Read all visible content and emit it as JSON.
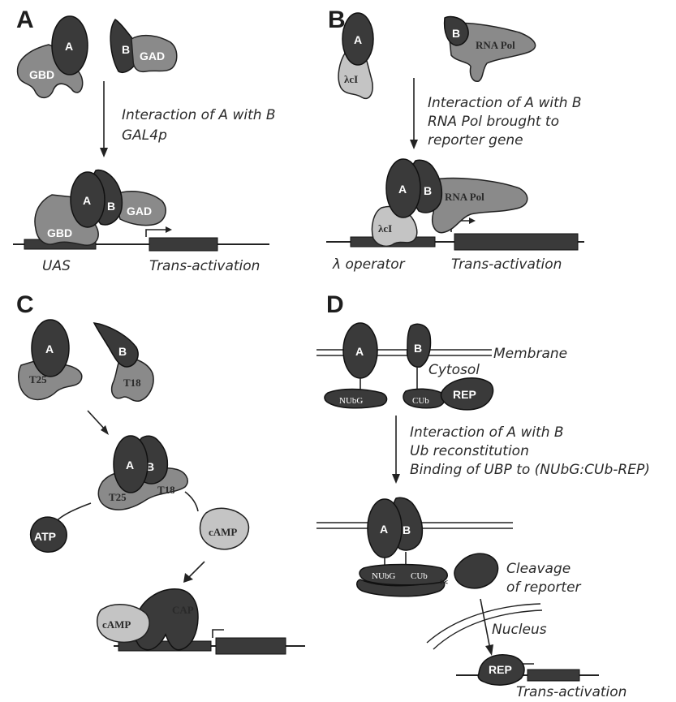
{
  "panels": {
    "A": {
      "letter": "A",
      "protein_a": "A",
      "protein_b": "B",
      "gbd": "GBD",
      "gad": "GAD",
      "caption": [
        "Interaction of A with B",
        "GAL4p"
      ],
      "uas": "UAS",
      "transactivation": "Trans-activation"
    },
    "B": {
      "letter": "B",
      "protein_a": "A",
      "protein_b": "B",
      "lambda_ci": "λcI",
      "rna_pol": "RNA Pol",
      "caption": [
        "Interaction of A with B",
        "RNA Pol brought to",
        "reporter gene"
      ],
      "operator": "λ operator",
      "transactivation": "Trans-activation"
    },
    "C": {
      "letter": "C",
      "protein_a": "A",
      "protein_b": "B",
      "t25": "T25",
      "t18": "T18",
      "atp": "ATP",
      "camp": "cAMP",
      "cap": "CAP"
    },
    "D": {
      "letter": "D",
      "protein_a": "A",
      "protein_b": "B",
      "membrane": "Membrane",
      "cytosol": "Cytosol",
      "nubg": "NUbG",
      "cub": "CUb",
      "rep": "REP",
      "caption": [
        "Interaction of A with B",
        "Ub reconstitution",
        "Binding of UBP to (NUbG:CUb-REP)"
      ],
      "cleavage": [
        "Cleavage",
        "of reporter"
      ],
      "nucleus": "Nucleus",
      "transactivation": "Trans-activation"
    }
  }
}
